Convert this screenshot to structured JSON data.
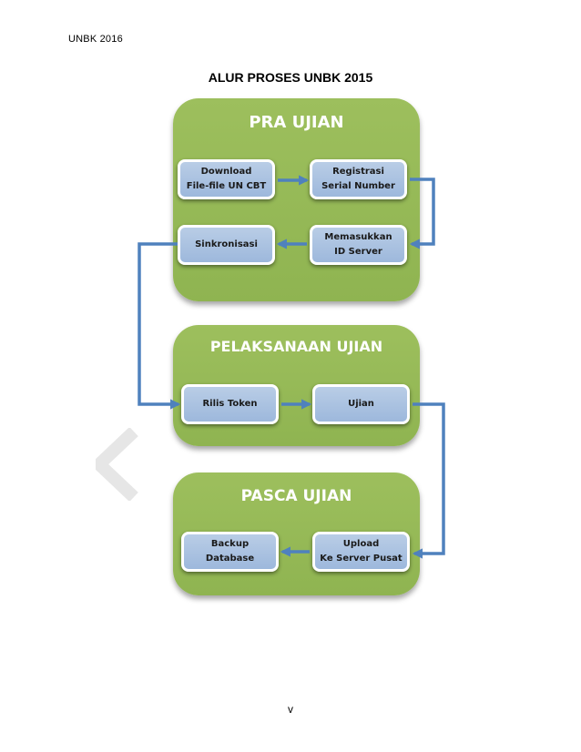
{
  "header": {
    "text": "UNBK 2016"
  },
  "title": "ALUR PROSES UNBK 2015",
  "footer": {
    "page_number": "v"
  },
  "colors": {
    "panel_green": "#9bbb59",
    "step_blue": "#a8c0e0",
    "arrow_blue": "#4f81bd"
  },
  "panels": [
    {
      "title": "PRA UJIAN",
      "steps": [
        {
          "label": "Download\nFile-file  UN CBT"
        },
        {
          "label": "Registrasi\nSerial Number"
        },
        {
          "label": "Memasukkan\nID Server"
        },
        {
          "label": "Sinkronisasi"
        }
      ]
    },
    {
      "title": "PELAKSANAAN  UJIAN",
      "steps": [
        {
          "label": "Rilis  Token"
        },
        {
          "label": "Ujian"
        }
      ]
    },
    {
      "title": "PASCA UJIAN",
      "steps": [
        {
          "label": "Upload\nKe Server Pusat"
        },
        {
          "label": "Backup\nDatabase"
        }
      ]
    }
  ]
}
